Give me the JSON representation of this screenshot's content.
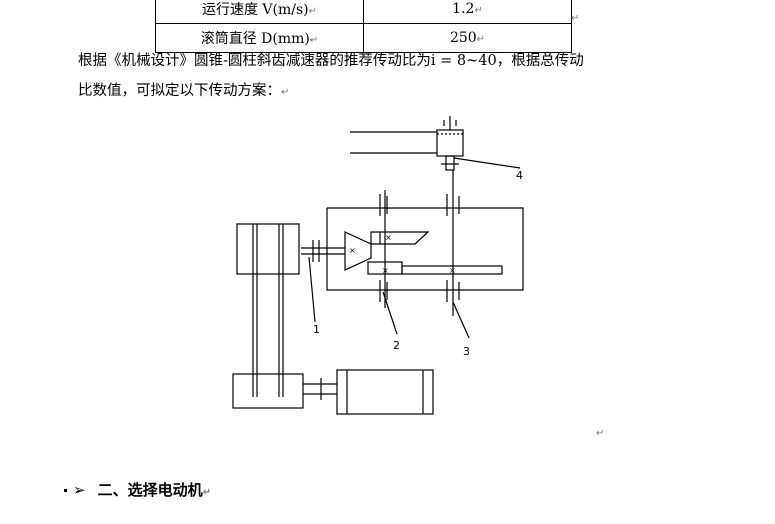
{
  "table": {
    "rows": [
      {
        "label": "运行速度 V(m/s)",
        "value": "1.2"
      },
      {
        "label": "滚筒直径 D(mm)",
        "value": "250"
      }
    ]
  },
  "paragraph": {
    "line1": "根据《机械设计》圆锥-圆柱斜齿减速器的推荐传动比为i = 8~40，根据总传动",
    "line2": "比数值，可拟定以下传动方案："
  },
  "diagram": {
    "labels": [
      "1",
      "2",
      "3",
      "4"
    ]
  },
  "heading": {
    "arrow": "➢",
    "text": "二、选择电动机"
  },
  "marks": {
    "paragraph_mark": "↵"
  }
}
